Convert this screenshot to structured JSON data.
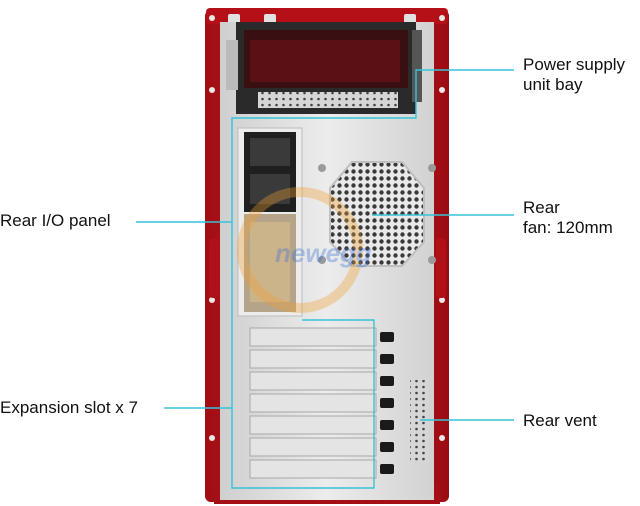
{
  "colors": {
    "case_red": "#c8141c",
    "panel_silver": "#dcdcdc",
    "callout_line": "#36c3d6",
    "label_text": "#111111"
  },
  "labels": {
    "psu": {
      "line1": "Power supply",
      "line2": "unit bay"
    },
    "rear_fan": {
      "line1": "Rear",
      "line2": "fan: 120mm"
    },
    "rear_io": "Rear I/O panel",
    "expansion": "Expansion slot x 7",
    "rear_vent": "Rear vent"
  },
  "watermark": "newegg"
}
